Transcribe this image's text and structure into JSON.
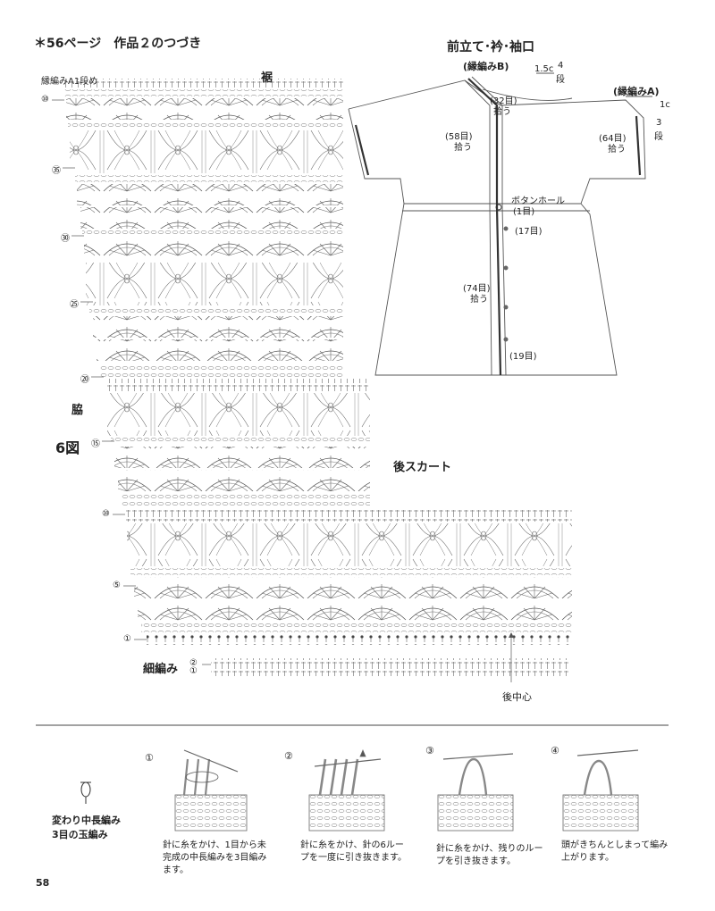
{
  "header": {
    "title": "＊56ページ　作品２のつづき"
  },
  "chart": {
    "top_label": "縁編みA1段め",
    "hem_label": "裾",
    "side_label": "脇",
    "figure_label": "6図",
    "back_skirt": "後スカート",
    "chain_label": "細編み",
    "chain_rows": [
      "②",
      "①"
    ],
    "center_back": "後中心",
    "row_markers": [
      "⑩",
      "㉟",
      "㉚",
      "㉕",
      "⑳",
      "⑮",
      "⑩",
      "⑤",
      "①"
    ]
  },
  "schematic": {
    "title": "前立て･衿･袖口",
    "edging_b": "(縁編みB)",
    "edging_a": "(縁編みA)",
    "b_width": "1.5c",
    "b_rows": "4",
    "b_rows_unit": "段",
    "a_width": "1c",
    "a_rows": "3",
    "a_rows_unit": "段",
    "st32": "(32目)",
    "st32_pick": "拾う",
    "st58": "(58目)",
    "st58_pick": "拾う",
    "st64": "(64目)",
    "st64_pick": "拾う",
    "buttonhole": "ボタンホール",
    "buttonhole_count": "(1目)",
    "st17": "(17目)",
    "st74": "(74目)",
    "st74_pick": "拾う",
    "st19": "(19目)"
  },
  "instructions": {
    "title_line1": "変わり中長編み",
    "title_line2": "3目の玉編み",
    "steps": [
      {
        "num": "①",
        "text": "針に糸をかけ、1目から未完成の中長編みを3目編みます。"
      },
      {
        "num": "②",
        "text": "針に糸をかけ、針の6ループを一度に引き抜きます。"
      },
      {
        "num": "③",
        "text": "針に糸をかけ、残りのループを引き抜きます。"
      },
      {
        "num": "④",
        "text": "頭がきちんとしまって編み上がります。"
      }
    ]
  },
  "page_number": "58"
}
